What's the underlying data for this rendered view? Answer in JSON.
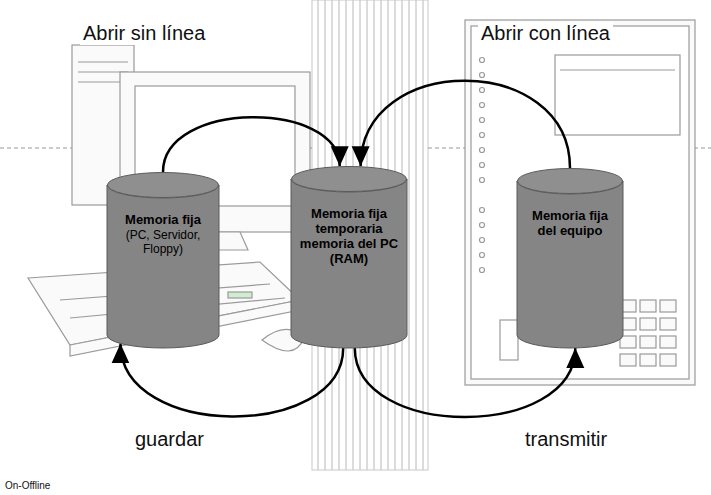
{
  "diagram": {
    "nodes": [
      {
        "text": [
          "Memoria fija",
          "(PC, Servidor, Floppy)"
        ]
      },
      {
        "text": [
          "Memoria fija temporaria memoria del PC (RAM)"
        ]
      },
      {
        "text": [
          "Memoria fija del equipo"
        ]
      }
    ],
    "edges": [
      {
        "from": 0,
        "to": 1,
        "label": "Abrir sin línea",
        "arrow": "to"
      },
      {
        "from": 2,
        "to": 1,
        "label": "Abrir con línea",
        "arrow": "to"
      },
      {
        "from": 1,
        "to": 0,
        "label": "guardar",
        "arrow": "to"
      },
      {
        "from": 1,
        "to": 2,
        "label": "transmitir",
        "arrow": "to"
      }
    ],
    "labels": [
      "On-Offline"
    ]
  }
}
